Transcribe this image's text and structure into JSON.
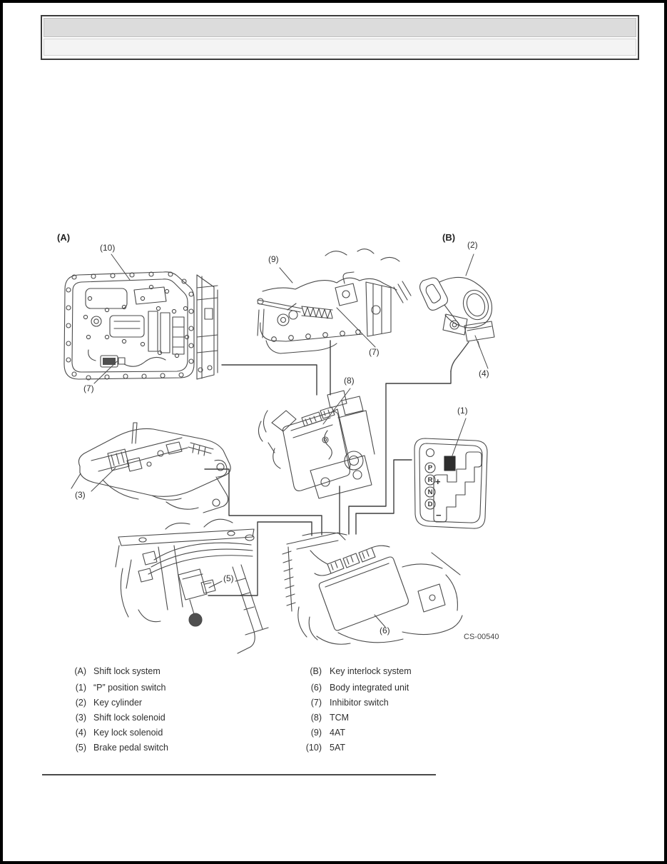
{
  "page": {
    "figure_code": "CS-00540"
  },
  "diagram": {
    "section_a_label": "(A)",
    "section_b_label": "(B)",
    "callouts": {
      "c1": "(1)",
      "c2": "(2)",
      "c3": "(3)",
      "c4": "(4)",
      "c5": "(5)",
      "c6": "(6)",
      "c7": "(7)",
      "c8": "(8)",
      "c9": "(9)",
      "c10": "(10)"
    },
    "gate": {
      "gears": [
        "P",
        "R",
        "N",
        "D"
      ],
      "plus": "+",
      "minus": "−"
    }
  },
  "legend": {
    "left": [
      {
        "num": "(A)",
        "label": "Shift lock system"
      },
      {
        "num": "(1)",
        "label": "“P” position switch"
      },
      {
        "num": "(2)",
        "label": "Key cylinder"
      },
      {
        "num": "(3)",
        "label": "Shift lock solenoid"
      },
      {
        "num": "(4)",
        "label": "Key lock solenoid"
      },
      {
        "num": "(5)",
        "label": "Brake pedal switch"
      }
    ],
    "right": [
      {
        "num": "(B)",
        "label": "Key interlock system"
      },
      {
        "num": "(6)",
        "label": "Body integrated unit"
      },
      {
        "num": "(7)",
        "label": "Inhibitor switch"
      },
      {
        "num": "(8)",
        "label": "TCM"
      },
      {
        "num": "(9)",
        "label": "4AT"
      },
      {
        "num": "(10)",
        "label": "5AT"
      }
    ]
  },
  "colors": {
    "line": "#4a4a4a",
    "text": "#2f2f2f",
    "header_row1": "#dcdcdc",
    "header_row2": "#f4f4f4",
    "page_border": "#000000",
    "dark_fill": "#4f4f4f"
  }
}
